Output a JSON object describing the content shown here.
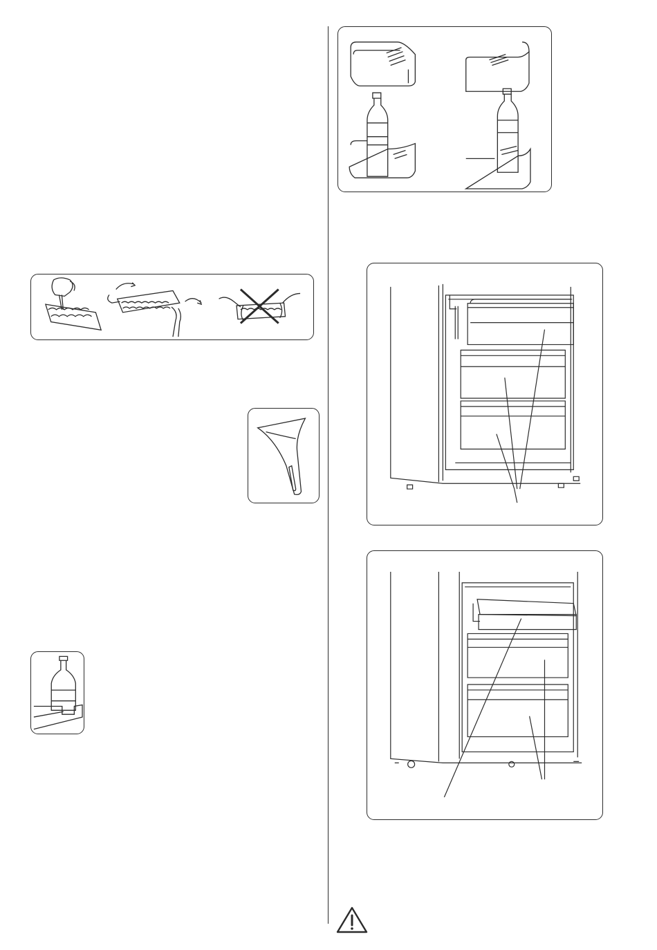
{
  "page": {
    "icons": {
      "ice_tray": "ice-tray-illustration",
      "ice_scraper": "ice-scraper-illustration",
      "bottle_holder": "bottle-holder-illustration",
      "door_shelves": "door-shelf-illustration",
      "freezer_drawers": "freezer-drawers-illustration",
      "freezer_drawers_open": "freezer-drawers-open-illustration",
      "warning": "warning-triangle-icon"
    },
    "colors": {
      "line": "#2b2b2b",
      "background": "#ffffff"
    }
  }
}
